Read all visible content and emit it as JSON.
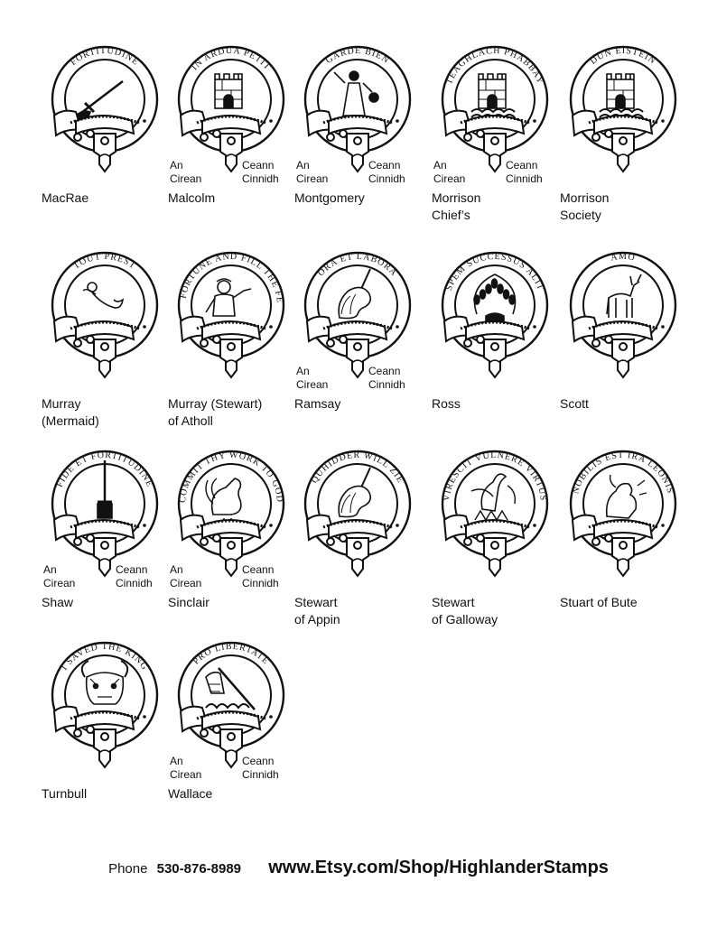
{
  "crests": [
    {
      "name": "MacRae",
      "motto": "FORTITUDINE",
      "gaelic": false,
      "emblem": "sword-hand-icon",
      "gaelic_left": "",
      "gaelic_right": ""
    },
    {
      "name": "Malcolm",
      "motto": "IN ARDUA PETIT",
      "gaelic": true,
      "emblem": "tower-icon",
      "gaelic_left": "An\nCirean",
      "gaelic_right": "Ceann\nCinnidh"
    },
    {
      "name": "Montgomery",
      "motto": "GARDE BIEN",
      "gaelic": true,
      "emblem": "lady-figure-icon",
      "gaelic_left": "An\nCirean",
      "gaelic_right": "Ceann\nCinnidh"
    },
    {
      "name": "Morrison\nChief’s",
      "motto": "TEAGHLACH PHABBAY",
      "gaelic": true,
      "emblem": "castle-waves-icon",
      "gaelic_left": "An\nCirean",
      "gaelic_right": "Ceann\nCinnidh"
    },
    {
      "name": "Morrison\nSociety",
      "motto": "DUN EISTEIN",
      "gaelic": false,
      "emblem": "castle-waves-icon",
      "gaelic_left": "",
      "gaelic_right": ""
    },
    {
      "name": "Murray\n(Mermaid)",
      "motto": "TOUT PREST",
      "gaelic": false,
      "emblem": "mermaid-icon",
      "gaelic_left": "",
      "gaelic_right": ""
    },
    {
      "name": "Murray (Stewart)\nof Atholl",
      "motto": "FURTH FORTUNE AND FILL THE FETTERS",
      "gaelic": false,
      "emblem": "savage-man-icon",
      "gaelic_left": "",
      "gaelic_right": ""
    },
    {
      "name": "Ramsay",
      "motto": "ORA ET LABORA",
      "gaelic": true,
      "emblem": "unicorn-head-icon",
      "gaelic_left": "An\nCirean",
      "gaelic_right": "Ceann\nCinnidh"
    },
    {
      "name": "Ross",
      "motto": "SPEM SUCCESSUS ALIT",
      "gaelic": false,
      "emblem": "laurel-hand-icon",
      "gaelic_left": "",
      "gaelic_right": ""
    },
    {
      "name": "Scott",
      "motto": "AMO",
      "gaelic": false,
      "emblem": "stag-icon",
      "gaelic_left": "",
      "gaelic_right": ""
    },
    {
      "name": "Shaw",
      "motto": "FIDE ET FORTITUDINE",
      "gaelic": true,
      "emblem": "dagger-hand-icon",
      "gaelic_left": "An\nCirean",
      "gaelic_right": "Ceann\nCinnidh"
    },
    {
      "name": "Sinclair",
      "motto": "COMMIT THY WORK TO GOD",
      "gaelic": true,
      "emblem": "rooster-icon",
      "gaelic_left": "An\nCirean",
      "gaelic_right": "Ceann\nCinnidh"
    },
    {
      "name": "Stewart\n of Appin",
      "motto": "QUHIDDER WILL ZIE",
      "gaelic": false,
      "emblem": "unicorn-head-icon",
      "gaelic_left": "",
      "gaelic_right": ""
    },
    {
      "name": "Stewart\nof Galloway",
      "motto": "VIRESCIT VULNERE VIRTUS",
      "gaelic": false,
      "emblem": "pelican-icon",
      "gaelic_left": "",
      "gaelic_right": ""
    },
    {
      "name": "Stuart of Bute",
      "motto": "NOBILIS EST IRA LEONIS",
      "gaelic": false,
      "emblem": "lion-icon",
      "gaelic_left": "",
      "gaelic_right": ""
    },
    {
      "name": "Turnbull",
      "motto": "I SAVED THE KING",
      "gaelic": false,
      "emblem": "bull-head-icon",
      "gaelic_left": "",
      "gaelic_right": ""
    },
    {
      "name": "Wallace",
      "motto": "PRO LIBERTATE",
      "gaelic": true,
      "emblem": "arm-sword-icon",
      "gaelic_left": "An\nCirean",
      "gaelic_right": "Ceann\nCinnidh"
    }
  ],
  "footer": {
    "phone_label": "Phone",
    "phone_number": "530-876-8989",
    "website": "www.Etsy.com/Shop/HighlanderStamps"
  }
}
